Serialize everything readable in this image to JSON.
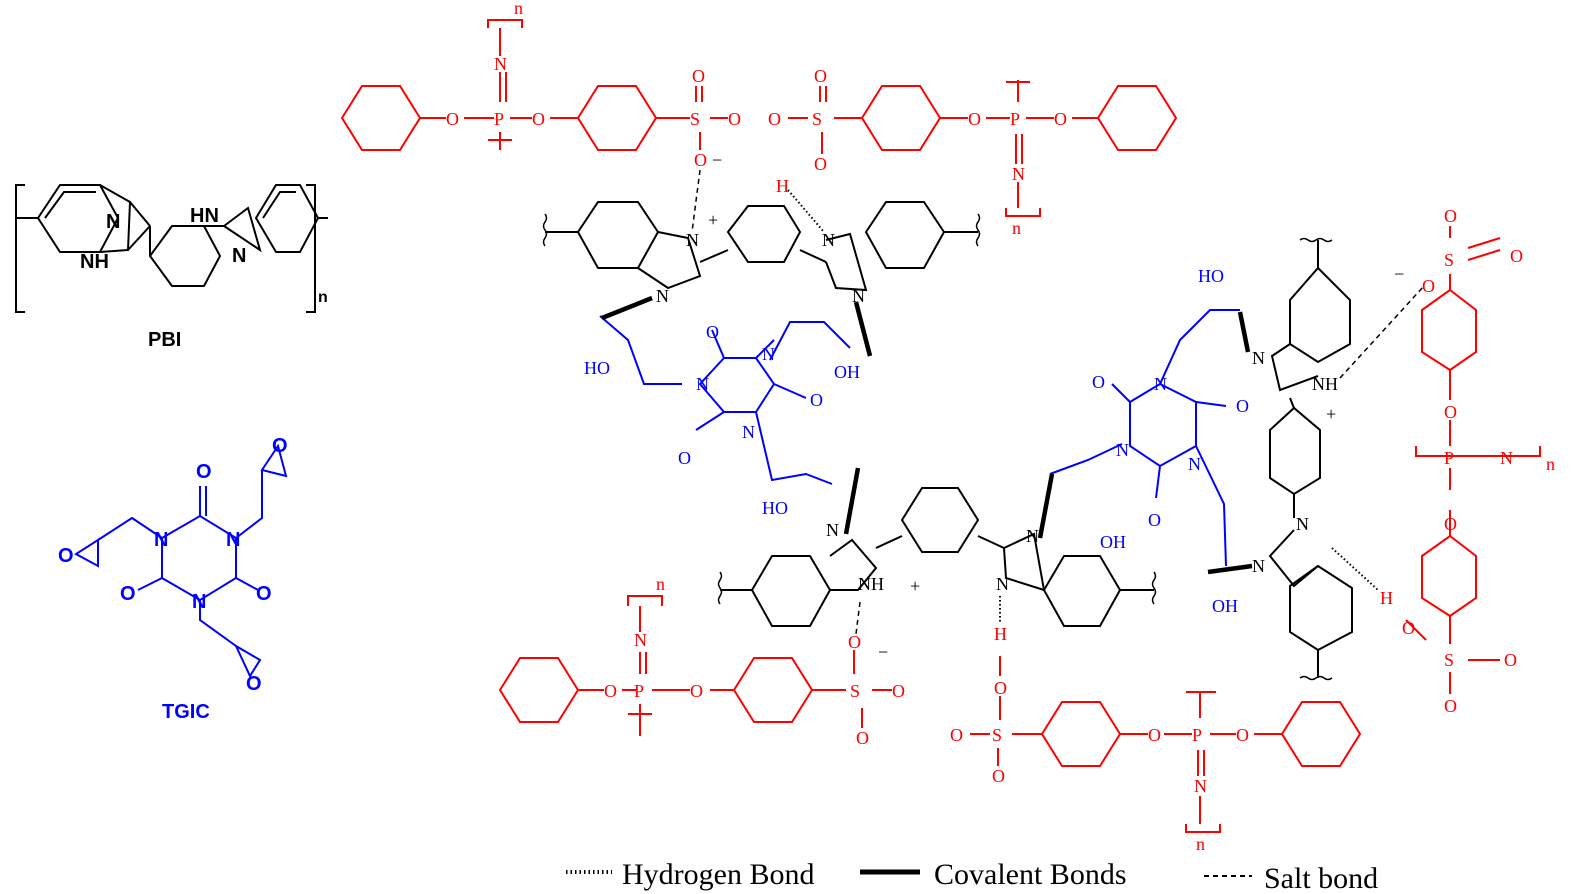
{
  "colors": {
    "pbi": "#000000",
    "tgic": "#0000ff",
    "sppz": "#ff0000"
  },
  "labels": {
    "pbi_name": "PBI",
    "tgic_name": "TGIC",
    "repeat_n": "n",
    "N": "N",
    "NH": "NH",
    "HN": "HN",
    "O": "O",
    "P": "P",
    "S": "S",
    "H": "H",
    "HO": "HO",
    "OH": "OH",
    "plus": "+",
    "minus": "−"
  },
  "legend": {
    "hydrogen": "Hydrogen Bond",
    "covalent": "Covalent Bonds",
    "salt": "Salt bond"
  }
}
